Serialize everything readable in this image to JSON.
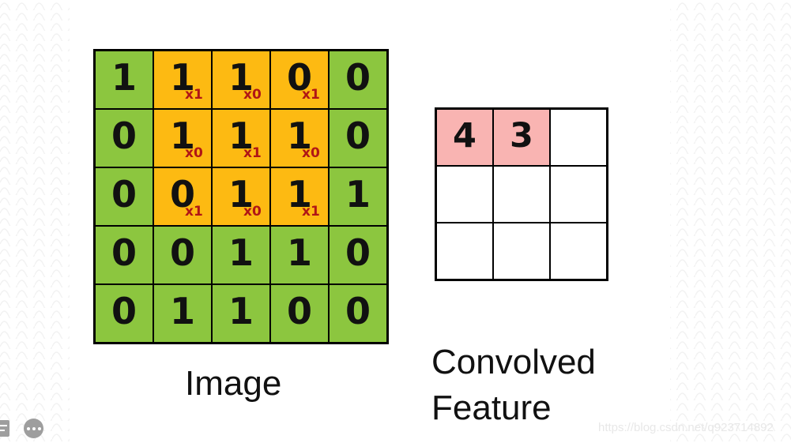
{
  "diagram": {
    "title": "2D convolution step illustration",
    "colors": {
      "plain_cell": "#8CC63F",
      "kernel_cell": "#FDBA12",
      "feature_filled": "#F9B4B2",
      "kernel_text": "#B01616",
      "grid_line": "#000000"
    },
    "image_matrix": {
      "caption": "Image",
      "rows": 5,
      "cols": 5,
      "values": [
        [
          "1",
          "1",
          "1",
          "0",
          "0"
        ],
        [
          "0",
          "1",
          "1",
          "1",
          "0"
        ],
        [
          "0",
          "0",
          "1",
          "1",
          "1"
        ],
        [
          "0",
          "0",
          "1",
          "1",
          "0"
        ],
        [
          "0",
          "1",
          "1",
          "0",
          "0"
        ]
      ],
      "kernel_overlay": {
        "row_start": 0,
        "col_start": 1,
        "size": 3,
        "multipliers": [
          [
            "x1",
            "x0",
            "x1"
          ],
          [
            "x0",
            "x1",
            "x0"
          ],
          [
            "x1",
            "x0",
            "x1"
          ]
        ],
        "cells": [
          [
            false,
            true,
            true,
            true,
            false
          ],
          [
            false,
            true,
            true,
            true,
            false
          ],
          [
            false,
            true,
            true,
            true,
            false
          ],
          [
            false,
            false,
            false,
            false,
            false
          ],
          [
            false,
            false,
            false,
            false,
            false
          ]
        ]
      }
    },
    "feature_matrix": {
      "caption_line1": "Convolved",
      "caption_line2": "Feature",
      "rows": 3,
      "cols": 3,
      "values": [
        [
          "4",
          "3",
          ""
        ],
        [
          "",
          "",
          ""
        ],
        [
          "",
          "",
          ""
        ]
      ],
      "filled": [
        [
          true,
          true,
          false
        ],
        [
          false,
          false,
          false
        ],
        [
          false,
          false,
          false
        ]
      ]
    }
  },
  "overlay": {
    "url_watermark": "https://blog.csdn.net/q923714892"
  },
  "toolbar": {
    "present_icon": "present-slide-icon",
    "more_icon": "more-options-icon"
  }
}
